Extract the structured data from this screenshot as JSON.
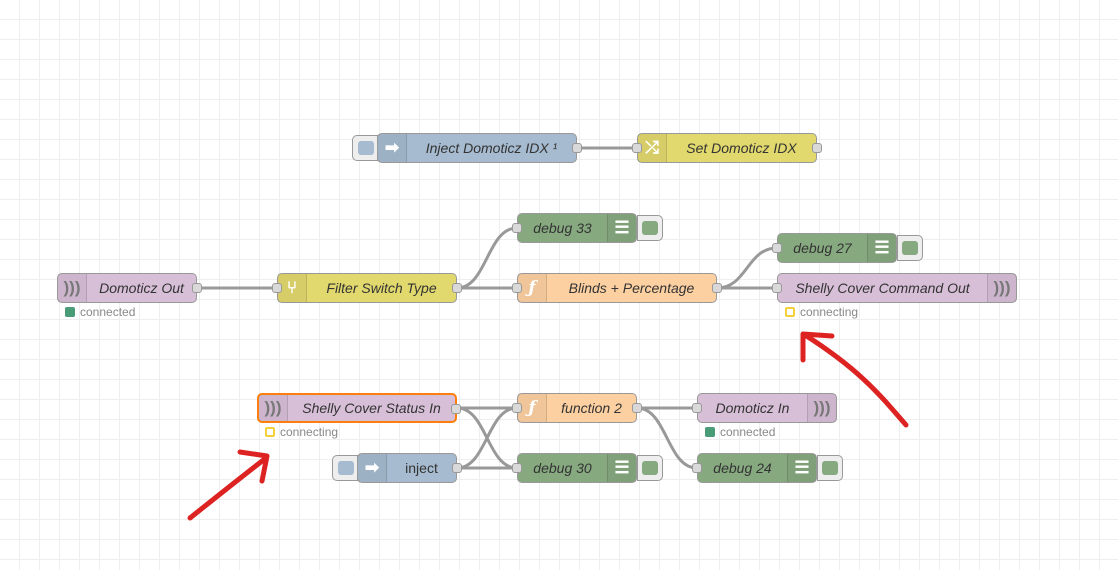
{
  "colors": {
    "inject": "#a6bbcf",
    "change": "#e2d96e",
    "switch": "#e2d96e",
    "function": "#fdd0a2",
    "debug": "#87a980",
    "mqtt": "#d8bfd8",
    "status_connected": "#4a9c78",
    "status_connecting": "#f2d13a",
    "selected_border": "#ff7f0e",
    "annotation_arrow": "#dd2222"
  },
  "nodes": {
    "inject_idx": {
      "label": "Inject Domoticz IDX ¹",
      "icon": "arrow-right-icon"
    },
    "set_idx": {
      "label": "Set Domoticz IDX",
      "icon": "shuffle-icon"
    },
    "domoticz_out": {
      "label": "Domoticz Out",
      "icon": "signal-icon",
      "status": "connected"
    },
    "filter_switch": {
      "label": "Filter Switch Type",
      "icon": "branch-icon"
    },
    "debug33": {
      "label": "debug 33",
      "icon": "list-icon"
    },
    "blinds": {
      "label": "Blinds + Percentage",
      "icon": "function-icon"
    },
    "debug27": {
      "label": "debug 27",
      "icon": "list-icon"
    },
    "shelly_cmd_out": {
      "label": "Shelly Cover Command Out",
      "icon": "signal-icon",
      "status": "connecting"
    },
    "shelly_status_in": {
      "label": "Shelly Cover Status In",
      "icon": "signal-icon",
      "status": "connecting"
    },
    "function2": {
      "label": "function 2",
      "icon": "function-icon"
    },
    "domoticz_in": {
      "label": "Domoticz In",
      "icon": "signal-icon",
      "status": "connected"
    },
    "inject": {
      "label": "inject",
      "icon": "arrow-right-icon"
    },
    "debug30": {
      "label": "debug 30",
      "icon": "list-icon"
    },
    "debug24": {
      "label": "debug 24",
      "icon": "list-icon"
    }
  }
}
